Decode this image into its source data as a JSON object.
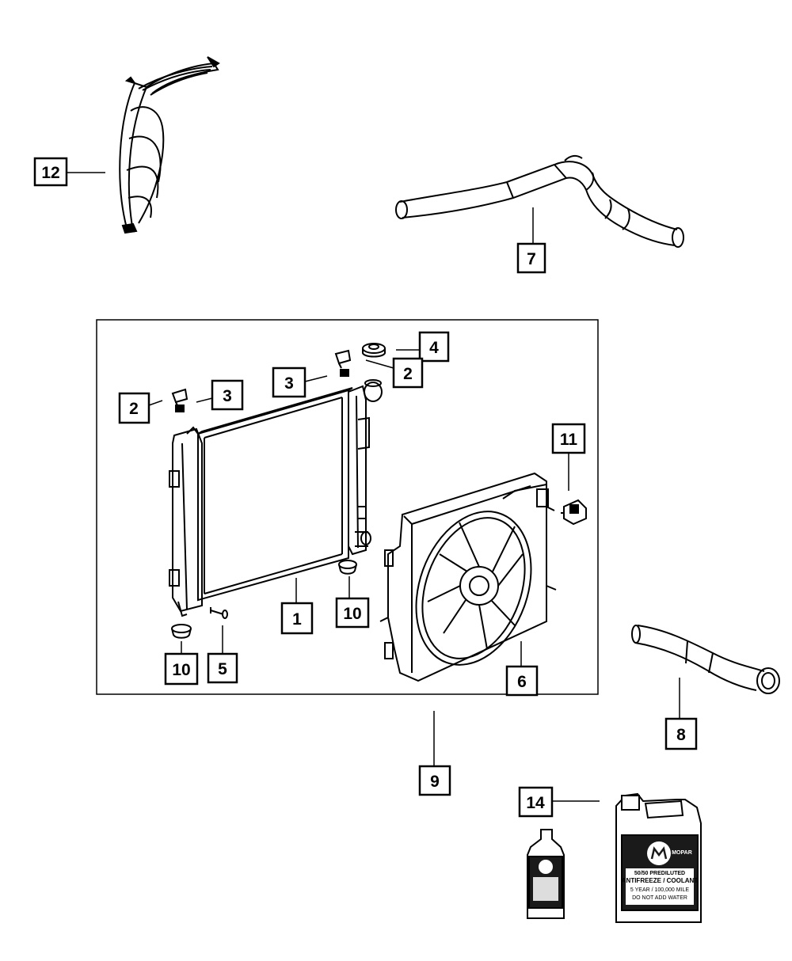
{
  "callouts": {
    "c1": "1",
    "c2a": "2",
    "c2b": "2",
    "c3a": "3",
    "c3b": "3",
    "c4": "4",
    "c5": "5",
    "c6": "6",
    "c7": "7",
    "c8": "8",
    "c9": "9",
    "c10a": "10",
    "c10b": "10",
    "c11": "11",
    "c12": "12",
    "c14": "14"
  },
  "product_labels": {
    "brand": "MOPAR",
    "jug_line1": "50/50 PREDILUTED",
    "jug_line2": "ANTIFREEZE / COOLANT",
    "jug_line3": "5 YEAR / 100,000 MILE",
    "jug_line4": "DO NOT ADD WATER"
  },
  "colors": {
    "line": "#000000",
    "background": "#ffffff",
    "label_dark": "#1a1a1a"
  }
}
